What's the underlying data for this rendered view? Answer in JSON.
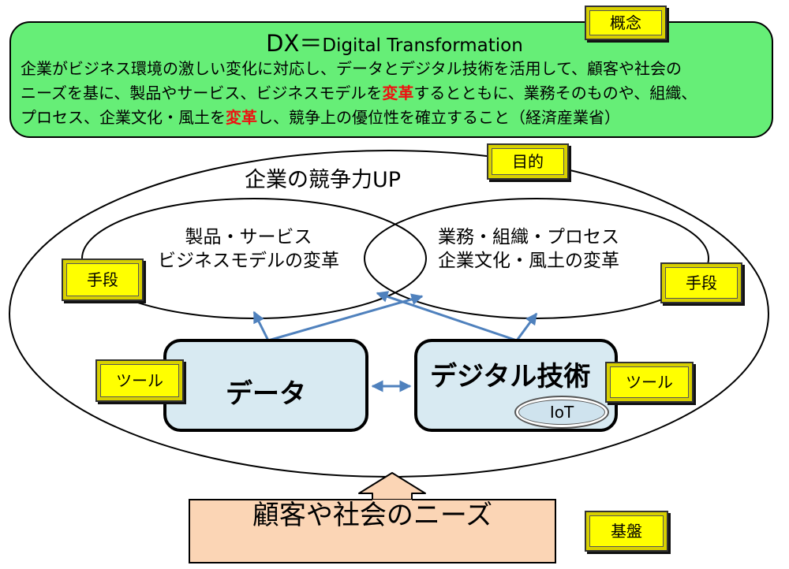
{
  "concept": {
    "tag": "概念",
    "title_main": "DX＝",
    "title_sub": "Digital Transformation",
    "line1": "企業がビジネス環境の激しい変化に対応し、データとデジタル技術を活用して、顧客や社会の",
    "line2_a": "ニーズを基に、製品やサービス、ビジネスモデルを",
    "line2_red": "変革",
    "line2_b": "するとともに、業務そのものや、組織、",
    "line3_a": "プロセス、企業文化・風土を",
    "line3_red": "変革",
    "line3_b": "し、競争上の優位性を確立すること（経済産業省）"
  },
  "purpose": {
    "tag": "目的",
    "label": "企業の競争力UP"
  },
  "means": {
    "tag_left": "手段",
    "tag_right": "手段",
    "left_line1": "製品・サービス",
    "left_line2": "ビジネスモデルの変革",
    "right_line1": "業務・組織・プロセス",
    "right_line2": "企業文化・風土の変革"
  },
  "tools": {
    "tag_left": "ツール",
    "tag_right": "ツール",
    "data": "データ",
    "digital": "デジタル技術",
    "iot": "IoT"
  },
  "base": {
    "tag": "基盤",
    "label": "顧客や社会のニーズ"
  },
  "colors": {
    "concept_fill": "#66ee77",
    "tag_fill": "#ffff00",
    "tool_fill": "#d8eaf2",
    "base_fill": "#fbd5b5",
    "arrow": "#4f81bd",
    "accent_red": "#ee1111"
  }
}
